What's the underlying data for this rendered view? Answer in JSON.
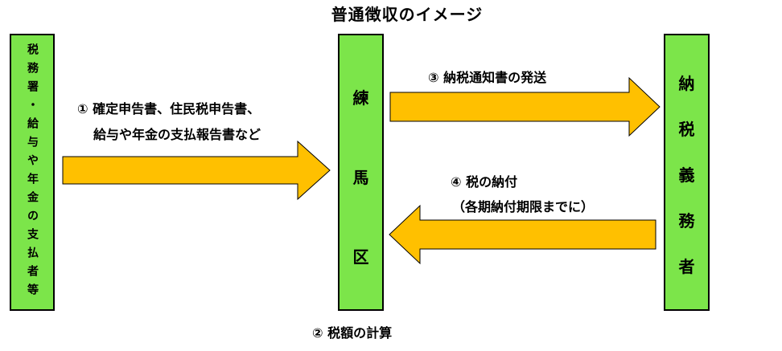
{
  "title": "普通徴収のイメージ",
  "left_box": {
    "text": "税務署・給与や年金の支払者等"
  },
  "middle_box": {
    "chars": [
      "練",
      "馬",
      "区"
    ]
  },
  "right_box": {
    "chars": [
      "納",
      "税",
      "義",
      "務",
      "者"
    ]
  },
  "arrow1": {
    "line1": "① 確定申告書、住民税申告書、",
    "line2": "給与や年金の支払報告書など"
  },
  "arrow3": {
    "label": "③ 納税通知書の発送"
  },
  "arrow4": {
    "line1": "④ 税の納付",
    "line2": "（各期納付期限までに）"
  },
  "step2": {
    "label": "② 税額の計算"
  },
  "colors": {
    "arrow_fill": "#ffc000",
    "box_fill": "#7ce54a",
    "border": "#000000"
  }
}
